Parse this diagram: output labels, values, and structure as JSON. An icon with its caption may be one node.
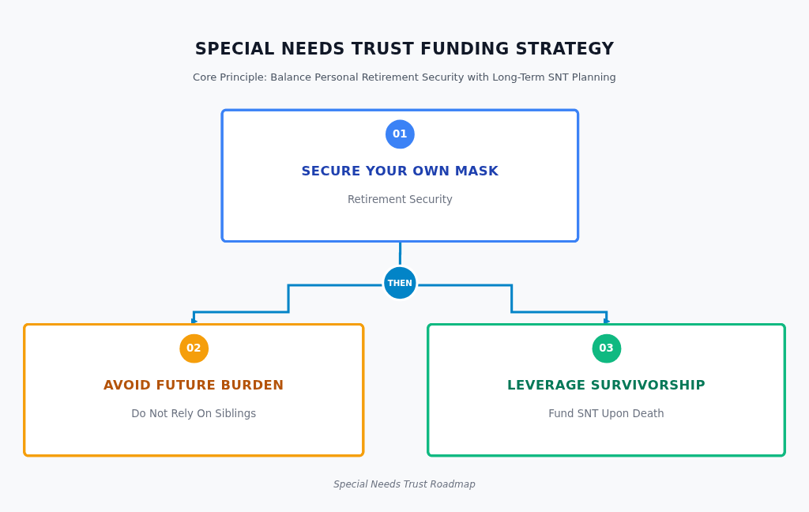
{
  "diagram": {
    "title": "SPECIAL NEEDS TRUST FUNDING STRATEGY",
    "caption": "Special Needs Trust Roadmap",
    "nodes": [
      {
        "text": [
          "01",
          "SECURE YOUR OWN MASK",
          "Retirement Security"
        ]
      },
      {
        "text": [
          "THEN"
        ]
      },
      {
        "text": [
          "02",
          "AVOID FUTURE BURDEN",
          "Do Not Rely On Siblings"
        ]
      },
      {
        "text": [
          "03",
          "LEVERAGE SURVIVORSHIP",
          "Fund SNT Upon Death"
        ]
      }
    ],
    "edges": [
      {
        "from": 0,
        "to": 1,
        "arrow": "none"
      },
      {
        "from": 1,
        "to": 2,
        "arrow": "to"
      },
      {
        "from": 1,
        "to": 3,
        "arrow": "to"
      }
    ],
    "labels": [
      "Core Principle: Balance Personal Retirement Security with Long-Term SNT Planning"
    ]
  }
}
